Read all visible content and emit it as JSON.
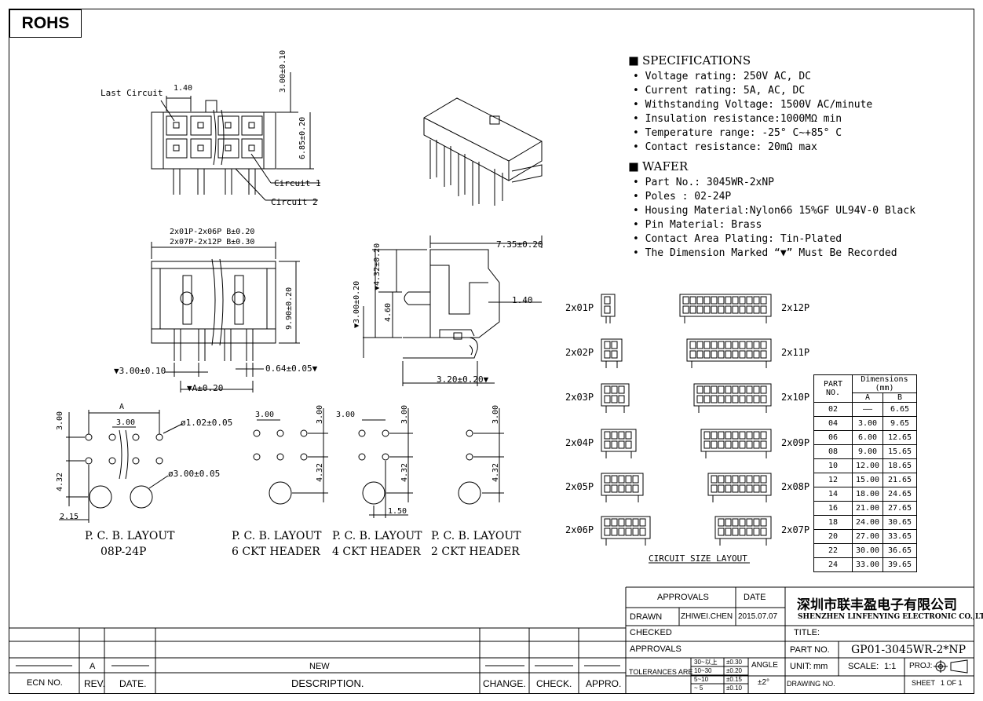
{
  "badge": "ROHS",
  "specifications": {
    "title": "SPECIFICATIONS",
    "items": [
      "Voltage rating: 250V AC, DC",
      "Current rating: 5A, AC, DC",
      "Withstanding Voltage: 1500V AC/minute",
      "Insulation resistance:1000MΩ min",
      "Temperature range: -25° C~+85° C",
      "Contact resistance: 20mΩ max"
    ]
  },
  "wafer": {
    "title": "WAFER",
    "items": [
      "Part No.: 3045WR-2xNP",
      "Poles : 02-24P",
      "Housing Material:Nylon66 15%GF UL94V-0 Black",
      "Pin Material: Brass",
      "Contact Area Plating: Tin-Plated",
      "The Dimension Marked “▼” Must Be Recorded"
    ]
  },
  "drawing_labels": {
    "last_circuit": "Last Circuit",
    "circuit1": "Circuit 1",
    "circuit2": "Circuit 2",
    "dim_1_40_top": "1.40",
    "dim_3_00_010": "3.00±0.10",
    "dim_6_85_020": "6.85±0.20",
    "dim_b1": "2x01P-2x06P B±0.20",
    "dim_b2": "2x07P-2x12P B±0.30",
    "dim_9_90": "9.90±0.20",
    "dim_3_00_010b": "▼3.00±0.10",
    "dim_0_64": "0.64±0.05▼",
    "dim_a_020": "▼A±0.20",
    "dim_4_32_020": "▼4.32±0.20",
    "dim_3_00_020": "▼3.00±0.20",
    "dim_4_60": "4.60",
    "dim_7_35": "7.35±0.20",
    "dim_1_40_side": "1.40",
    "dim_3_20": "3.20±0.20▼",
    "pcb_a": "A",
    "pcb_3_00": "3.00",
    "pcb_4_32": "4.32",
    "pcb_2_15": "2.15",
    "pcb_1_50": "1.50",
    "pcb_hole1": "ø1.02±0.05",
    "pcb_hole2": "ø3.00±0.05",
    "pcb1_l1": "P. C. B. LAYOUT",
    "pcb1_l2": "08P-24P",
    "pcb2_l1": "P. C. B. LAYOUT",
    "pcb2_l2": "6 CKT HEADER",
    "pcb3_l1": "P. C. B. LAYOUT",
    "pcb3_l2": "4 CKT HEADER",
    "pcb4_l1": "P. C. B. LAYOUT",
    "pcb4_l2": "2 CKT HEADER",
    "circuit_size_layout": "CIRCUIT SIZE LAYOUT"
  },
  "circuit_sizes": {
    "left": [
      "2x01P",
      "2x02P",
      "2x03P",
      "2x04P",
      "2x05P",
      "2x06P"
    ],
    "right": [
      "2x12P",
      "2x11P",
      "2x10P",
      "2x09P",
      "2x08P",
      "2x07P"
    ]
  },
  "part_table": {
    "header_part": "PART NO.",
    "header_dims": "Dimensions (mm)",
    "header_a": "A",
    "header_b": "B",
    "rows": [
      [
        "02",
        "——",
        "6.65"
      ],
      [
        "04",
        "3.00",
        "9.65"
      ],
      [
        "06",
        "6.00",
        "12.65"
      ],
      [
        "08",
        "9.00",
        "15.65"
      ],
      [
        "10",
        "12.00",
        "18.65"
      ],
      [
        "12",
        "15.00",
        "21.65"
      ],
      [
        "14",
        "18.00",
        "24.65"
      ],
      [
        "16",
        "21.00",
        "27.65"
      ],
      [
        "18",
        "24.00",
        "30.65"
      ],
      [
        "20",
        "27.00",
        "33.65"
      ],
      [
        "22",
        "30.00",
        "36.65"
      ],
      [
        "24",
        "33.00",
        "39.65"
      ]
    ]
  },
  "title_block": {
    "approvals_hdr": "APPROVALS",
    "date_hdr": "DATE",
    "drawn": "DRAWN",
    "drawn_by": "ZHIWEI.CHEN",
    "drawn_date": "2015.07.07",
    "checked": "CHECKED",
    "approvals": "APPROVALS",
    "tolerances": "TOLERANCES ARE",
    "tol_ranges": [
      "30~以上",
      "10~30",
      "5~10",
      "~ 5"
    ],
    "tol_values": [
      "±0.30",
      "±0.20",
      "±0.15",
      "±0.10"
    ],
    "angle": "ANGLE",
    "angle_value": "±2°",
    "company_cn": "深圳市联丰盈电子有限公司",
    "company_en": "SHENZHEN LINFENYING ELECTRONIC CO.,LTD",
    "title_lbl": "TITLE:",
    "part_no_lbl": "PART NO.",
    "part_no": "GP01-3045WR-2*NP",
    "unit_lbl": "UNIT:",
    "unit": "mm",
    "scale_lbl": "SCALE:",
    "scale": "1:1",
    "proj_lbl": "PROJ:",
    "drawing_no_lbl": "DRAWING NO.",
    "sheet_lbl": "SHEET",
    "sheet_value": "1 OF 1"
  },
  "revision_block": {
    "rev_value": "A",
    "new": "NEW",
    "ecn_no": "ECN NO.",
    "rev": "REV.",
    "date": "DATE.",
    "description": "DESCRIPTION.",
    "change": "CHANGE.",
    "check": "CHECK.",
    "appro": "APPRO."
  }
}
